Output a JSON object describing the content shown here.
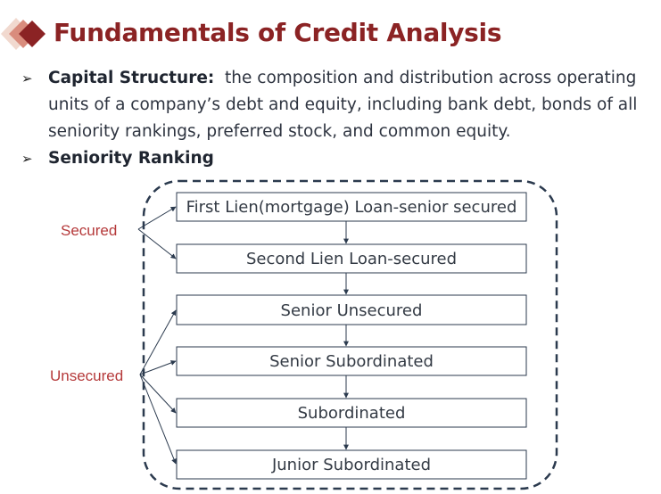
{
  "title": "Fundamentals of Credit Analysis",
  "bullets": [
    {
      "term": "Capital Structure:",
      "text": "the composition and distribution across operating units of a company’s debt and equity, including bank debt, bonds of all seniority rankings, preferred stock, and common equity."
    },
    {
      "term": "Seniority Ranking",
      "text": ""
    }
  ],
  "diagram": {
    "ranks": [
      "First Lien(mortgage) Loan-senior secured",
      "Second Lien Loan-secured",
      "Senior Unsecured",
      "Senior Subordinated",
      "Subordinated",
      "Junior Subordinated"
    ],
    "groups": {
      "secured": "Secured",
      "unsecured": "Unsecured"
    }
  },
  "colors": {
    "accent": "#8b2324",
    "accent_light": "#e8c4b8",
    "group_label": "#b5393a",
    "box_border": "#2b3a4e"
  }
}
